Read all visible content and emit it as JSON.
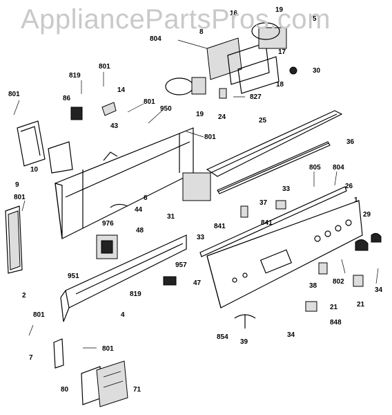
{
  "watermark": "AppliancePartsPros.com",
  "labels": {
    "p7": "7",
    "p9": "9",
    "p10": "10",
    "p14": "14",
    "p16": "16",
    "p17": "17",
    "p18": "18",
    "p19a": "19",
    "p19b": "19",
    "p2": "2",
    "p4": "4",
    "p5": "5",
    "p6": "6",
    "p8": "8",
    "p21a": "21",
    "p21b": "21",
    "p24": "24",
    "p25": "25",
    "p26": "26",
    "p29": "29",
    "p30": "30",
    "p31": "31",
    "p33a": "33",
    "p33b": "33",
    "p34a": "34",
    "p34b": "34",
    "p36": "36",
    "p37": "37",
    "p38": "38",
    "p39": "39",
    "p43": "43",
    "p44": "44",
    "p47": "47",
    "p48": "48",
    "p71": "71",
    "p80": "80",
    "p86": "86",
    "p1": "1",
    "p801a": "801",
    "p801b": "801",
    "p801c": "801",
    "p801d": "801",
    "p801e": "801",
    "p801f": "801",
    "p801g": "801",
    "p802": "802",
    "p804a": "804",
    "p804b": "804",
    "p805": "805",
    "p819a": "819",
    "p819b": "819",
    "p827": "827",
    "p841a": "841",
    "p841b": "841",
    "p848": "848",
    "p854": "854",
    "p950": "950",
    "p951": "951",
    "p957": "957",
    "p976": "976"
  }
}
